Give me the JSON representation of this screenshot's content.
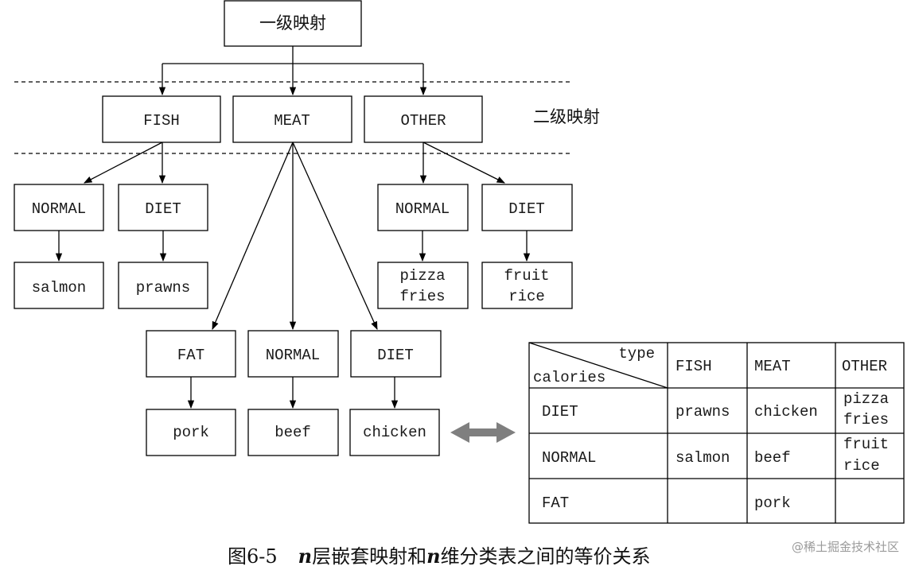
{
  "root": {
    "label": "一级映射"
  },
  "level2_label": "二级映射",
  "types": [
    {
      "id": "fish",
      "label": "FISH"
    },
    {
      "id": "meat",
      "label": "MEAT"
    },
    {
      "id": "other",
      "label": "OTHER"
    }
  ],
  "calorie_nodes": {
    "fish_normal": "NORMAL",
    "fish_diet": "DIET",
    "meat_fat": "FAT",
    "meat_normal": "NORMAL",
    "meat_diet": "DIET",
    "other_normal": "NORMAL",
    "other_diet": "DIET"
  },
  "leaves": {
    "fish_normal": [
      "salmon"
    ],
    "fish_diet": [
      "prawns"
    ],
    "meat_fat": [
      "pork"
    ],
    "meat_normal": [
      "beef"
    ],
    "meat_diet": [
      "chicken"
    ],
    "other_normal": [
      "pizza",
      "fries"
    ],
    "other_diet": [
      "fruit",
      "rice"
    ]
  },
  "table": {
    "corner_top": "type",
    "corner_bottom": "calories",
    "columns": [
      "FISH",
      "MEAT",
      "OTHER"
    ],
    "rows": [
      {
        "label": "DIET",
        "cells": [
          [
            "prawns"
          ],
          [
            "chicken"
          ],
          [
            "pizza",
            "fries"
          ]
        ]
      },
      {
        "label": "NORMAL",
        "cells": [
          [
            "salmon"
          ],
          [
            "beef"
          ],
          [
            "fruit",
            "rice"
          ]
        ]
      },
      {
        "label": "FAT",
        "cells": [
          [],
          [
            "pork"
          ],
          []
        ]
      }
    ]
  },
  "caption": {
    "prefix": "图6-5",
    "n1": "n",
    "mid": "层嵌套映射和",
    "n2": "n",
    "suffix": "维分类表之间的等价关系"
  },
  "watermark": "@稀土掘金技术社区",
  "colors": {
    "double_arrow": "#7f7f7f",
    "line": "#000000"
  }
}
